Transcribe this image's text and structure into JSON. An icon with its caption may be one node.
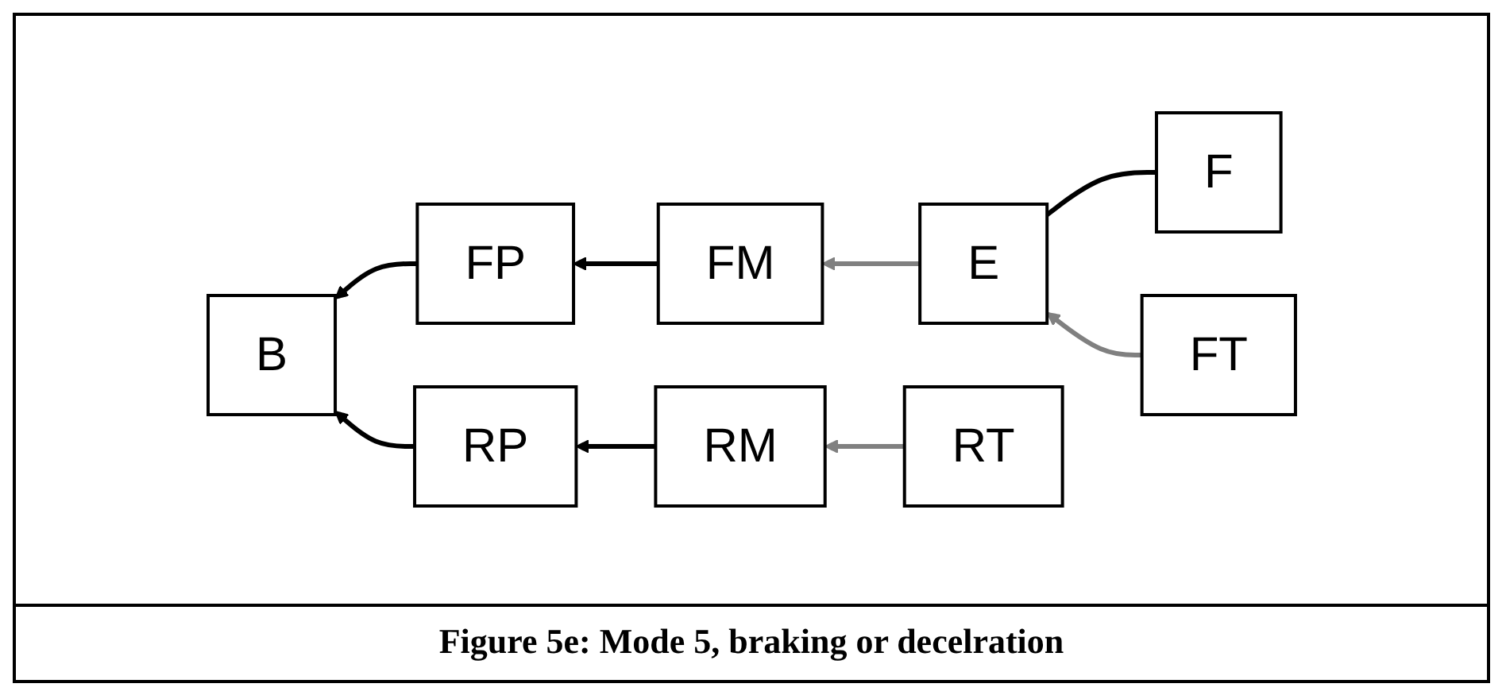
{
  "diagram": {
    "caption": "Figure 5e: Mode 5, braking or decelration",
    "nodes": [
      {
        "text": [
          "F"
        ]
      },
      {
        "text": [
          "E"
        ]
      },
      {
        "text": [
          "FT"
        ]
      },
      {
        "text": [
          "FP"
        ]
      },
      {
        "text": [
          "FM"
        ]
      },
      {
        "text": [
          "B"
        ]
      },
      {
        "text": [
          "RP"
        ]
      },
      {
        "text": [
          "RM"
        ]
      },
      {
        "text": [
          "RT"
        ]
      }
    ],
    "edges": [
      {
        "from": 0,
        "to": 1,
        "arrow": "none"
      },
      {
        "from": 2,
        "to": 1,
        "arrow": "to",
        "color": "#808080"
      },
      {
        "from": 1,
        "to": 4,
        "arrow": "to",
        "color": "#808080"
      },
      {
        "from": 4,
        "to": 3,
        "arrow": "to"
      },
      {
        "from": 3,
        "to": 5,
        "arrow": "to"
      },
      {
        "from": 6,
        "to": 5,
        "arrow": "to"
      },
      {
        "from": 7,
        "to": 6,
        "arrow": "to"
      },
      {
        "from": 8,
        "to": 7,
        "arrow": "to",
        "color": "#808080"
      }
    ]
  }
}
